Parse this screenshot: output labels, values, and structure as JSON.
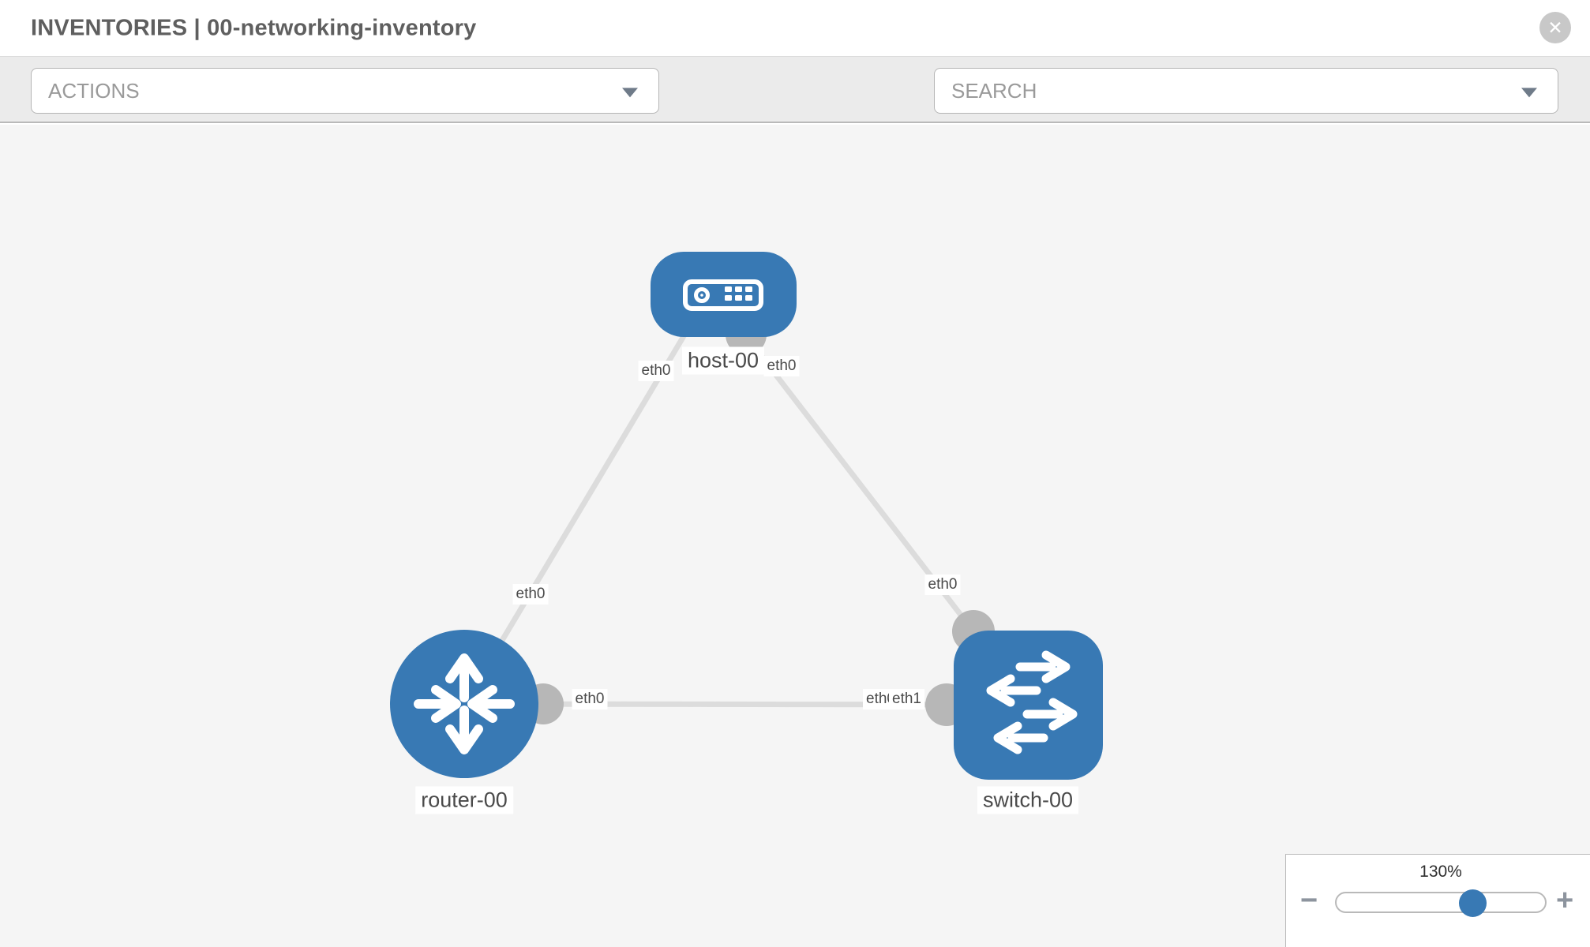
{
  "header": {
    "title": "INVENTORIES | 00-networking-inventory",
    "close_icon": "✕"
  },
  "toolbar": {
    "actions_dropdown": {
      "value": "ACTIONS"
    },
    "search_box": {
      "placeholder": "SEARCH"
    },
    "icons": [
      "wrench-icon",
      "key-icon"
    ]
  },
  "topology": {
    "nodes": [
      {
        "id": "host-00",
        "label": "host-00",
        "type": "host",
        "shape": "rounded-rect"
      },
      {
        "id": "router-00",
        "label": "router-00",
        "type": "router",
        "shape": "circle"
      },
      {
        "id": "switch-00",
        "label": "switch-00",
        "type": "switch",
        "shape": "rounded-square"
      }
    ],
    "edges": [
      {
        "from": "host-00",
        "to": "router-00",
        "from_interface": "eth0",
        "to_interface": "eth0"
      },
      {
        "from": "host-00",
        "to": "switch-00",
        "from_interface": "eth0",
        "to_interface": "eth0"
      },
      {
        "from": "router-00",
        "to": "switch-00",
        "from_interface": "eth0",
        "to_interface": "eth1"
      }
    ],
    "interface_labels": {
      "host_left": "eth0",
      "host_right": "eth0",
      "router_top": "eth0",
      "switch_top": "eth0",
      "link_router_side": "eth0",
      "link_switch_side_under": "eth0",
      "link_switch_side_over": "eth1"
    }
  },
  "zoom_control": {
    "value": "130%",
    "percent": 130,
    "minus": "−",
    "plus": "+"
  },
  "colors": {
    "node_blue": "#3879b4",
    "port_gray": "#b7b7b7",
    "edge_gray": "#dcdcdc",
    "toolbar_bg": "#ebebeb",
    "canvas_bg": "#f5f5f5"
  }
}
